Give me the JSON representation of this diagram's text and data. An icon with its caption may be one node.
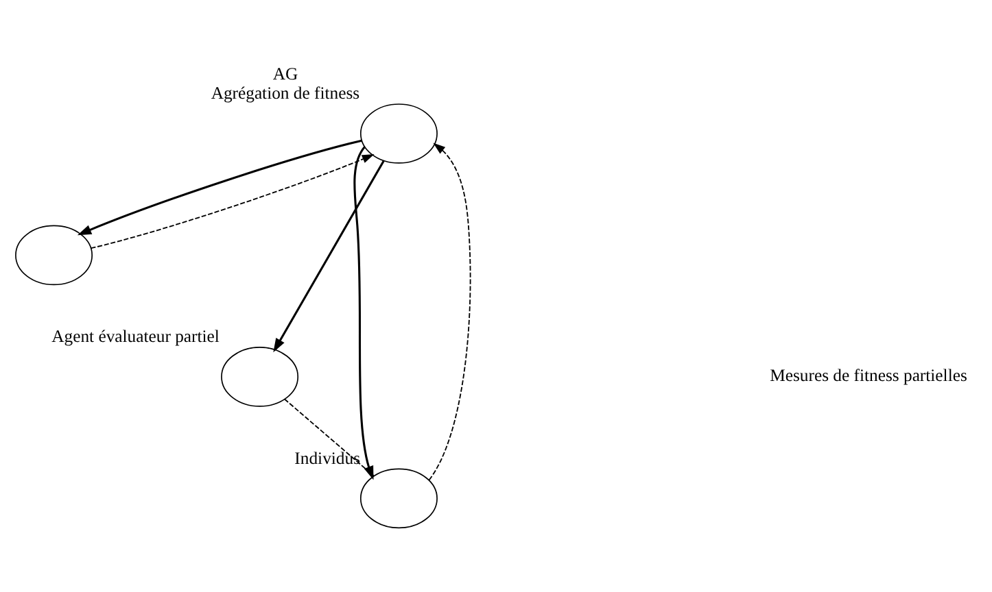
{
  "diagram": {
    "nodes": [
      {
        "text": [],
        "shape": "ellipse",
        "beside": [
          "AG",
          "Agrégation de fitness"
        ]
      },
      {
        "text": [],
        "shape": "ellipse"
      },
      {
        "text": [],
        "shape": "ellipse",
        "beside": [
          "Agent évaluateur partiel"
        ]
      },
      {
        "text": [],
        "shape": "ellipse",
        "beside": [
          "Individus"
        ]
      }
    ],
    "edges": [
      {
        "from": 0,
        "to": 1,
        "arrow": "to"
      },
      {
        "from": 1,
        "to": 0,
        "arrow": "to",
        "style": "dashed"
      },
      {
        "from": 0,
        "to": 2,
        "arrow": "to"
      },
      {
        "from": 0,
        "to": 3,
        "arrow": "to"
      },
      {
        "from": 3,
        "to": 0,
        "arrow": "to",
        "style": "dashed"
      },
      {
        "from": 2,
        "to": 3,
        "arrow": "none",
        "style": "dashed"
      }
    ],
    "labels": [
      "Mesures de fitness partielles"
    ]
  }
}
